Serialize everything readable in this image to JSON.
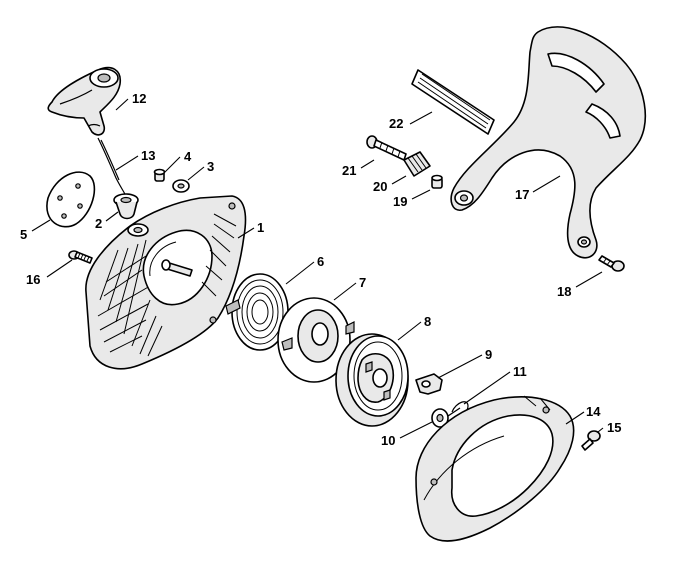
{
  "diagram": {
    "callouts": {
      "p1": "1",
      "p2": "2",
      "p3": "3",
      "p4": "4",
      "p5": "5",
      "p6": "6",
      "p7": "7",
      "p8": "8",
      "p9": "9",
      "p10": "10",
      "p11": "11",
      "p12": "12",
      "p13": "13",
      "p14": "14",
      "p15": "15",
      "p16": "16",
      "p17": "17",
      "p18": "18",
      "p19": "19",
      "p20": "20",
      "p21": "21",
      "p22": "22"
    },
    "colors": {
      "line": "#000000",
      "fill": "#ffffff",
      "shade": "#e9e9e9"
    }
  }
}
